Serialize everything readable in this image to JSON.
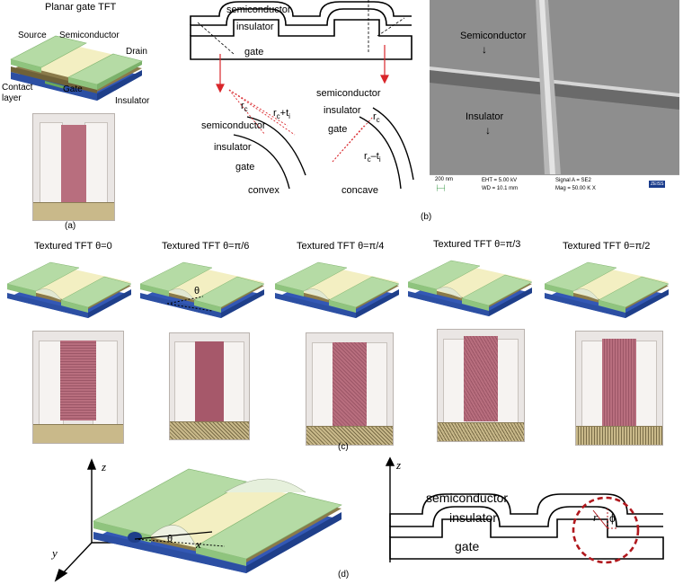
{
  "panel_a": {
    "title": "Planar gate TFT",
    "labels": {
      "source": "Source",
      "semiconductor": "Semiconductor",
      "drain": "Drain",
      "contact_layer": "Contact\nlayer",
      "gate": "Gate",
      "insulator": "Insulator"
    },
    "caption": "(a)"
  },
  "panel_b": {
    "schematic_labels": {
      "semiconductor": "semiconductor",
      "insulator": "insulator",
      "gate": "gate"
    },
    "convex": {
      "rc": "r",
      "rc_sub": "c",
      "rc_ti": "r",
      "rc_ti_mid": "c",
      "rc_ti_plus": "+t",
      "rc_ti_sub": "i",
      "semiconductor": "semiconductor",
      "insulator": "insulator",
      "gate": "gate",
      "caption": "convex"
    },
    "concave": {
      "semiconductor": "semiconductor",
      "insulator": "insulator",
      "gate": "gate",
      "rc": "r",
      "rc_sub": "c",
      "rc_ti": "r",
      "rc_ti_mid": "c",
      "rc_ti_minus": "–t",
      "rc_ti_sub": "i",
      "caption": "concave"
    },
    "sem": {
      "semiconductor": "Semiconductor",
      "insulator": "Insulator",
      "scale": "200 nm",
      "eht": "EHT =  5.00 kV",
      "wd": "WD = 10.1 mm",
      "signal": "Signal A = SE2",
      "mag": "Mag =  50.00 K X",
      "brand": "ZEISS"
    },
    "caption": "(b)"
  },
  "panel_c": {
    "titles": [
      "Textured TFT θ=0",
      "Textured TFT θ=π/6",
      "Textured TFT θ=π/4",
      "Textured TFT θ=π/3",
      "Textured TFT θ=π/2"
    ],
    "theta_label": "θ",
    "caption": "(c)"
  },
  "panel_d": {
    "axis_z": "z",
    "axis_y": "y",
    "axis_x": "x",
    "theta": "θ",
    "right_axis_z": "z",
    "semiconductor": "semiconductor",
    "insulator": "insulator",
    "gate": "gate",
    "r": "r",
    "phi": "ϕ",
    "caption": "(d)"
  },
  "colors": {
    "green": "#b5dba5",
    "green_dark": "#8fc47e",
    "yellow": "#f3efc2",
    "blue": "#3358b5",
    "brown": "#8a7a4a",
    "channel": "#b86e7e",
    "arrow_red": "#d9262b"
  }
}
